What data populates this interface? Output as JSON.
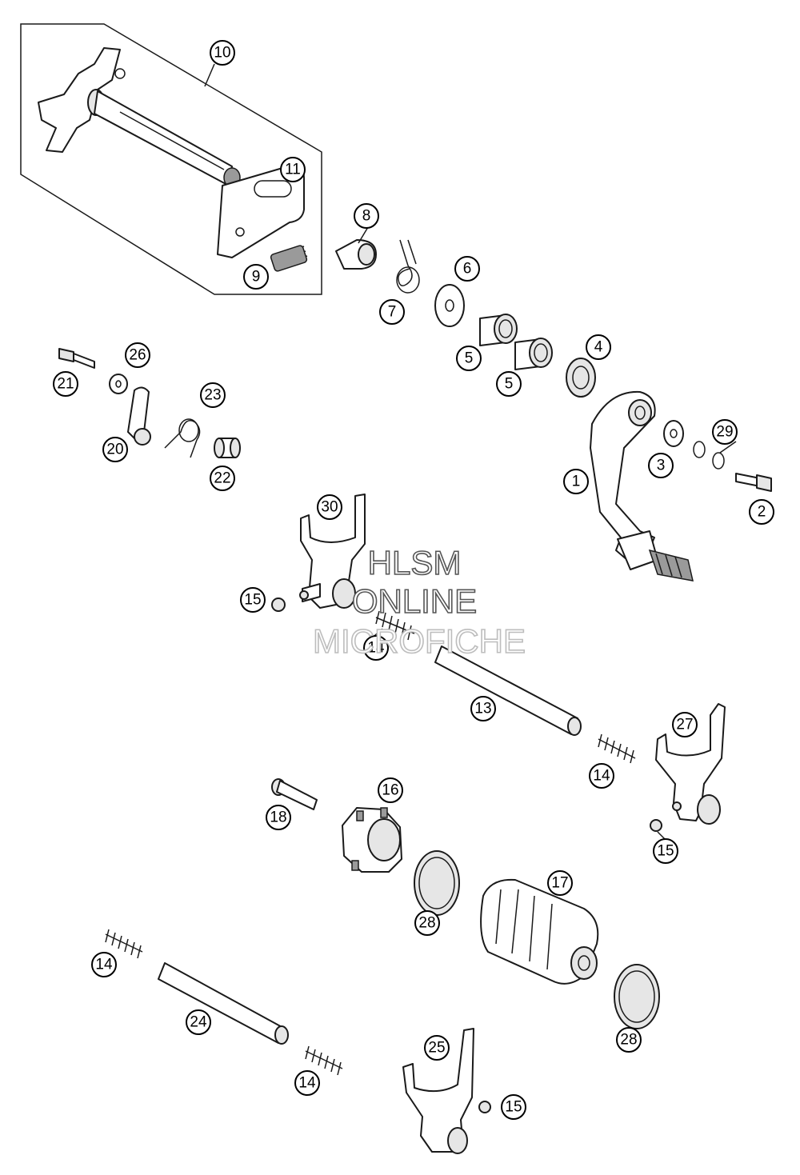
{
  "callouts": {
    "c1": "1",
    "c2": "2",
    "c3": "3",
    "c4": "4",
    "c5a": "5",
    "c5b": "5",
    "c6": "6",
    "c7": "7",
    "c8": "8",
    "c9": "9",
    "c10": "10",
    "c11": "11",
    "c13": "13",
    "c14a": "14",
    "c14b": "14",
    "c14c": "14",
    "c14d": "14",
    "c15a": "15",
    "c15b": "15",
    "c15c": "15",
    "c16": "16",
    "c17": "17",
    "c18": "18",
    "c20": "20",
    "c21": "21",
    "c22": "22",
    "c23": "23",
    "c24": "24",
    "c25": "25",
    "c26": "26",
    "c27": "27",
    "c28a": "28",
    "c28b": "28",
    "c29": "29",
    "c30": "30"
  },
  "watermark": {
    "line1": "HLSM",
    "line2": "ONLINE",
    "line3": "MICROFICHE"
  }
}
